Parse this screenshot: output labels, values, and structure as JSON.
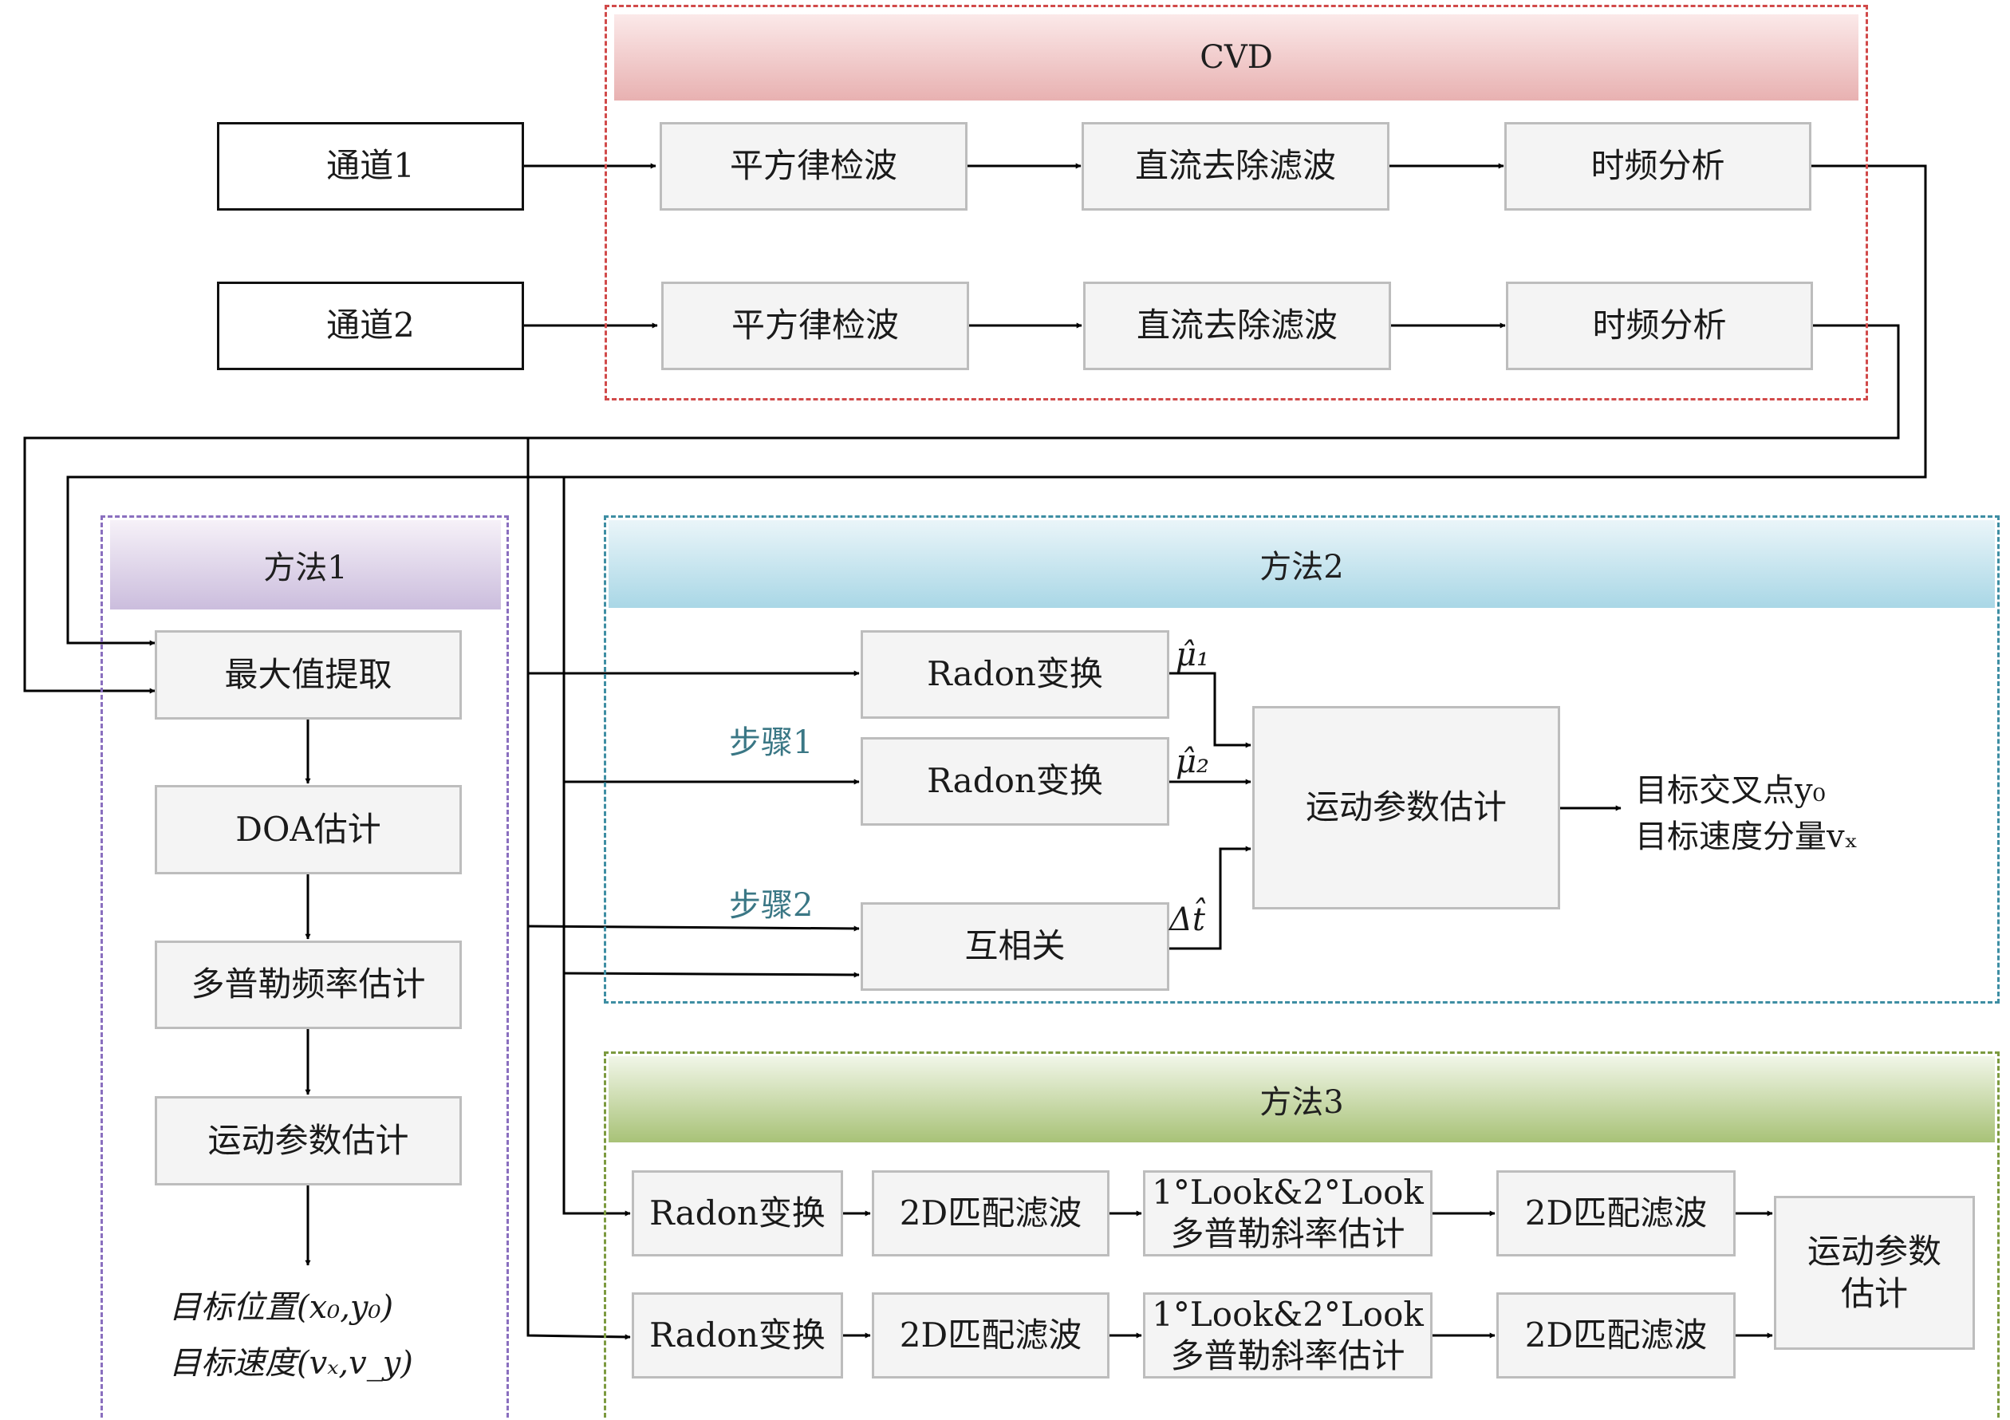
{
  "channels": [
    "通道1",
    "通道2"
  ],
  "cvd": {
    "title": "CVD",
    "row1": [
      "平方律检波",
      "直流去除滤波",
      "时频分析"
    ],
    "row2": [
      "平方律检波",
      "直流去除滤波",
      "时频分析"
    ]
  },
  "method1": {
    "title": "方法1",
    "steps": [
      "最大值提取",
      "DOA估计",
      "多普勒频率估计",
      "运动参数估计"
    ],
    "output_line1": "目标位置(x₀,y₀)",
    "output_line2": "目标速度(vₓ,v_y)"
  },
  "method2": {
    "title": "方法2",
    "radon1": "Radon变换",
    "radon2": "Radon变换",
    "xcorr": "互相关",
    "estimator": "运动参数估计",
    "step1": "步骤1",
    "step2": "步骤2",
    "mu1": "μ̂₁",
    "mu2": "μ̂₂",
    "dt": "Δt̂",
    "output_line1": "目标交叉点y₀",
    "output_line2": "目标速度分量vₓ"
  },
  "method3": {
    "title": "方法3",
    "row1": [
      "Radon变换",
      "2D匹配滤波",
      "1°Look&2°Look",
      "多普勒斜率估计",
      "2D匹配滤波"
    ],
    "row2": [
      "Radon变换",
      "2D匹配滤波",
      "1°Look&2°Look",
      "多普勒斜率估计",
      "2D匹配滤波"
    ],
    "final_line1": "运动参数",
    "final_line2": "估计"
  },
  "colors": {
    "cvd": "#d14a4a",
    "method1": "#8a6fbf",
    "method2": "#3e8ea3",
    "method3": "#7c9a3f",
    "step_label": "#3a7785"
  }
}
